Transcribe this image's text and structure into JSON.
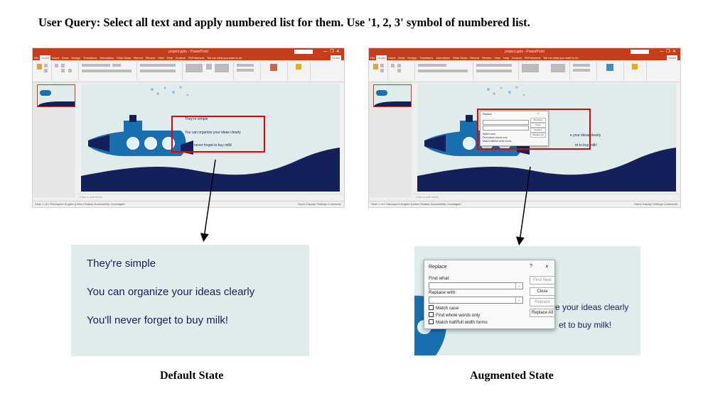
{
  "query": "User Query: Select all text and apply numbered list for them. Use '1, 2, 3' symbol of numbered list.",
  "app": {
    "window_title": "project.pptx - PowerPoint",
    "tabs": [
      "File",
      "Home",
      "Insert",
      "Draw",
      "Design",
      "Transitions",
      "Animations",
      "Slide Show",
      "Record",
      "Review",
      "View",
      "Help",
      "Acrobat",
      "PDFelement"
    ],
    "tell_me": "Tell me what you want to do",
    "share": "Share",
    "notes_placeholder": "Click to add notes",
    "status_left": "Slide 1 of 1    Retrospect  English (United States)    Accessibility: Investigate",
    "status_right": "Notes   Display Settings   Comments"
  },
  "slide": {
    "lines": [
      "They're simple",
      "You can organize your ideas clearly",
      "You'll never forget to buy milk!"
    ],
    "partial_lines": [
      "e your ideas clearly",
      "et to buy milk!"
    ]
  },
  "dialog": {
    "title": "Replace",
    "help": "?",
    "close_icon": "×",
    "find_label": "Find what:",
    "replace_label": "Replace with:",
    "buttons": [
      "Find Next",
      "Close",
      "Replace",
      "Replace All"
    ],
    "checks": [
      "Match case",
      "Find whole words only",
      "Match half/full width forms"
    ]
  },
  "captions": {
    "left": "Default State",
    "right": "Augmented State"
  },
  "colors": {
    "brand": "#c43e1c",
    "slide_bg": "#dfeceb",
    "navy": "#14205a",
    "accent_blue": "#1a6fb0",
    "highlight_red": "#e50000"
  }
}
